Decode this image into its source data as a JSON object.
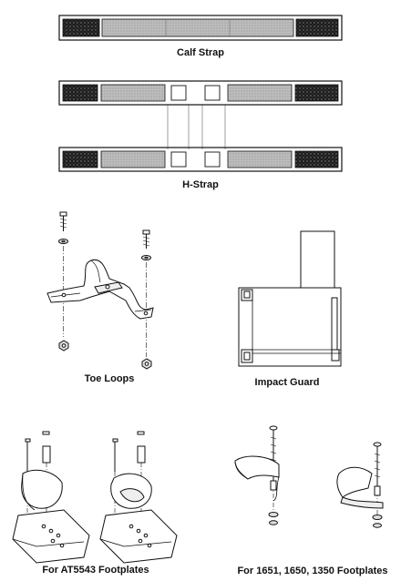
{
  "captions": {
    "calf_strap": "Calf Strap",
    "h_strap": "H-Strap",
    "toe_loops": "Toe Loops",
    "impact_guard": "Impact Guard",
    "at5543": "For AT5543 Footplates",
    "footplates_16xx": "For 1651, 1650, 1350 Footplates"
  },
  "colors": {
    "line": "#111111",
    "velcro": "#2a2a2a",
    "strap_fill": "#b5b5b5"
  }
}
